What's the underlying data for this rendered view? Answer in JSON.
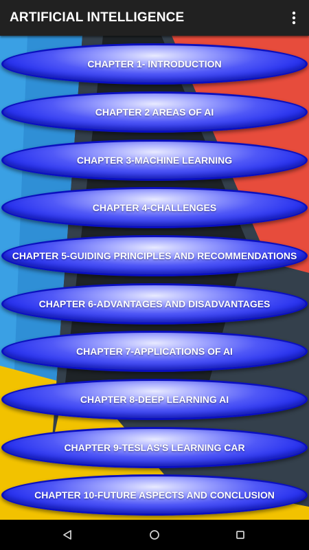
{
  "app_bar": {
    "title": "ARTIFICIAL INTELLIGENCE",
    "menu_icon": "more-vert-icon"
  },
  "chapters": [
    {
      "label": "CHAPTER 1- INTRODUCTION"
    },
    {
      "label": "CHAPTER 2 AREAS OF AI"
    },
    {
      "label": "CHAPTER 3-MACHINE LEARNING"
    },
    {
      "label": "CHAPTER 4-CHALLENGES"
    },
    {
      "label": "CHAPTER 5-GUIDING PRINCIPLES AND RECOMMENDATIONS"
    },
    {
      "label": "CHAPTER 6-ADVANTAGES AND DISADVANTAGES"
    },
    {
      "label": "CHAPTER 7-APPLICATIONS OF AI"
    },
    {
      "label": "CHAPTER 8-DEEP LEARNING AI"
    },
    {
      "label": "CHAPTER 9-TESLAS'S LEARNING CAR"
    },
    {
      "label": "CHAPTER 10-FUTURE ASPECTS AND CONCLUSION"
    }
  ],
  "nav_bar": {
    "back_icon": "back-triangle-icon",
    "home_icon": "home-circle-icon",
    "recents_icon": "recents-square-icon"
  },
  "colors": {
    "app_bar": "#212121",
    "button_blue": "#2630ee",
    "button_border": "#0a0fbf",
    "bg_blue": "#2f8fd6",
    "bg_red": "#e74c3c",
    "bg_yellow": "#f2c200",
    "bg_dark": "#2f3b47"
  }
}
